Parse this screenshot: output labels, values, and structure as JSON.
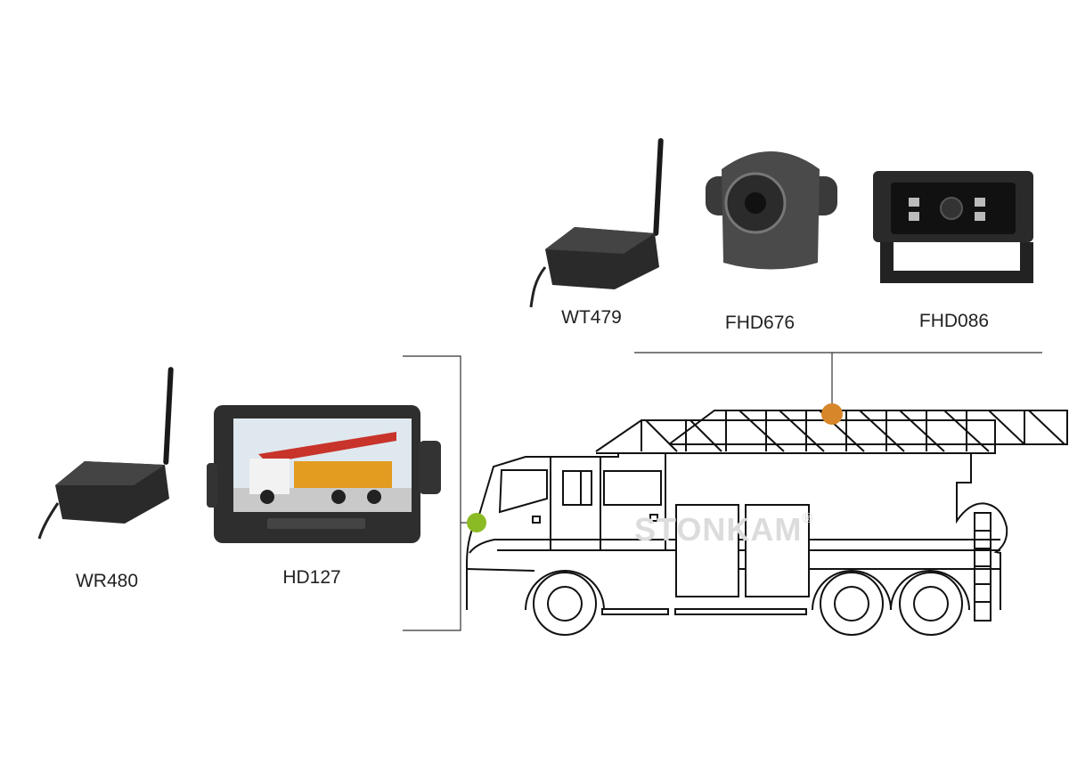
{
  "products": {
    "wt479": {
      "label": "WT479",
      "type": "wireless transmitter"
    },
    "fhd676": {
      "label": "FHD676",
      "type": "camera"
    },
    "fhd086": {
      "label": "FHD086",
      "type": "camera"
    },
    "wr480": {
      "label": "WR480",
      "type": "wireless receiver"
    },
    "hd127": {
      "label": "HD127",
      "type": "monitor"
    }
  },
  "watermark": {
    "text": "STONKAM",
    "mark": "®"
  },
  "colors": {
    "monitor_dot": "#8bbb24",
    "camera_dot": "#d8862a",
    "line": "#111111"
  }
}
